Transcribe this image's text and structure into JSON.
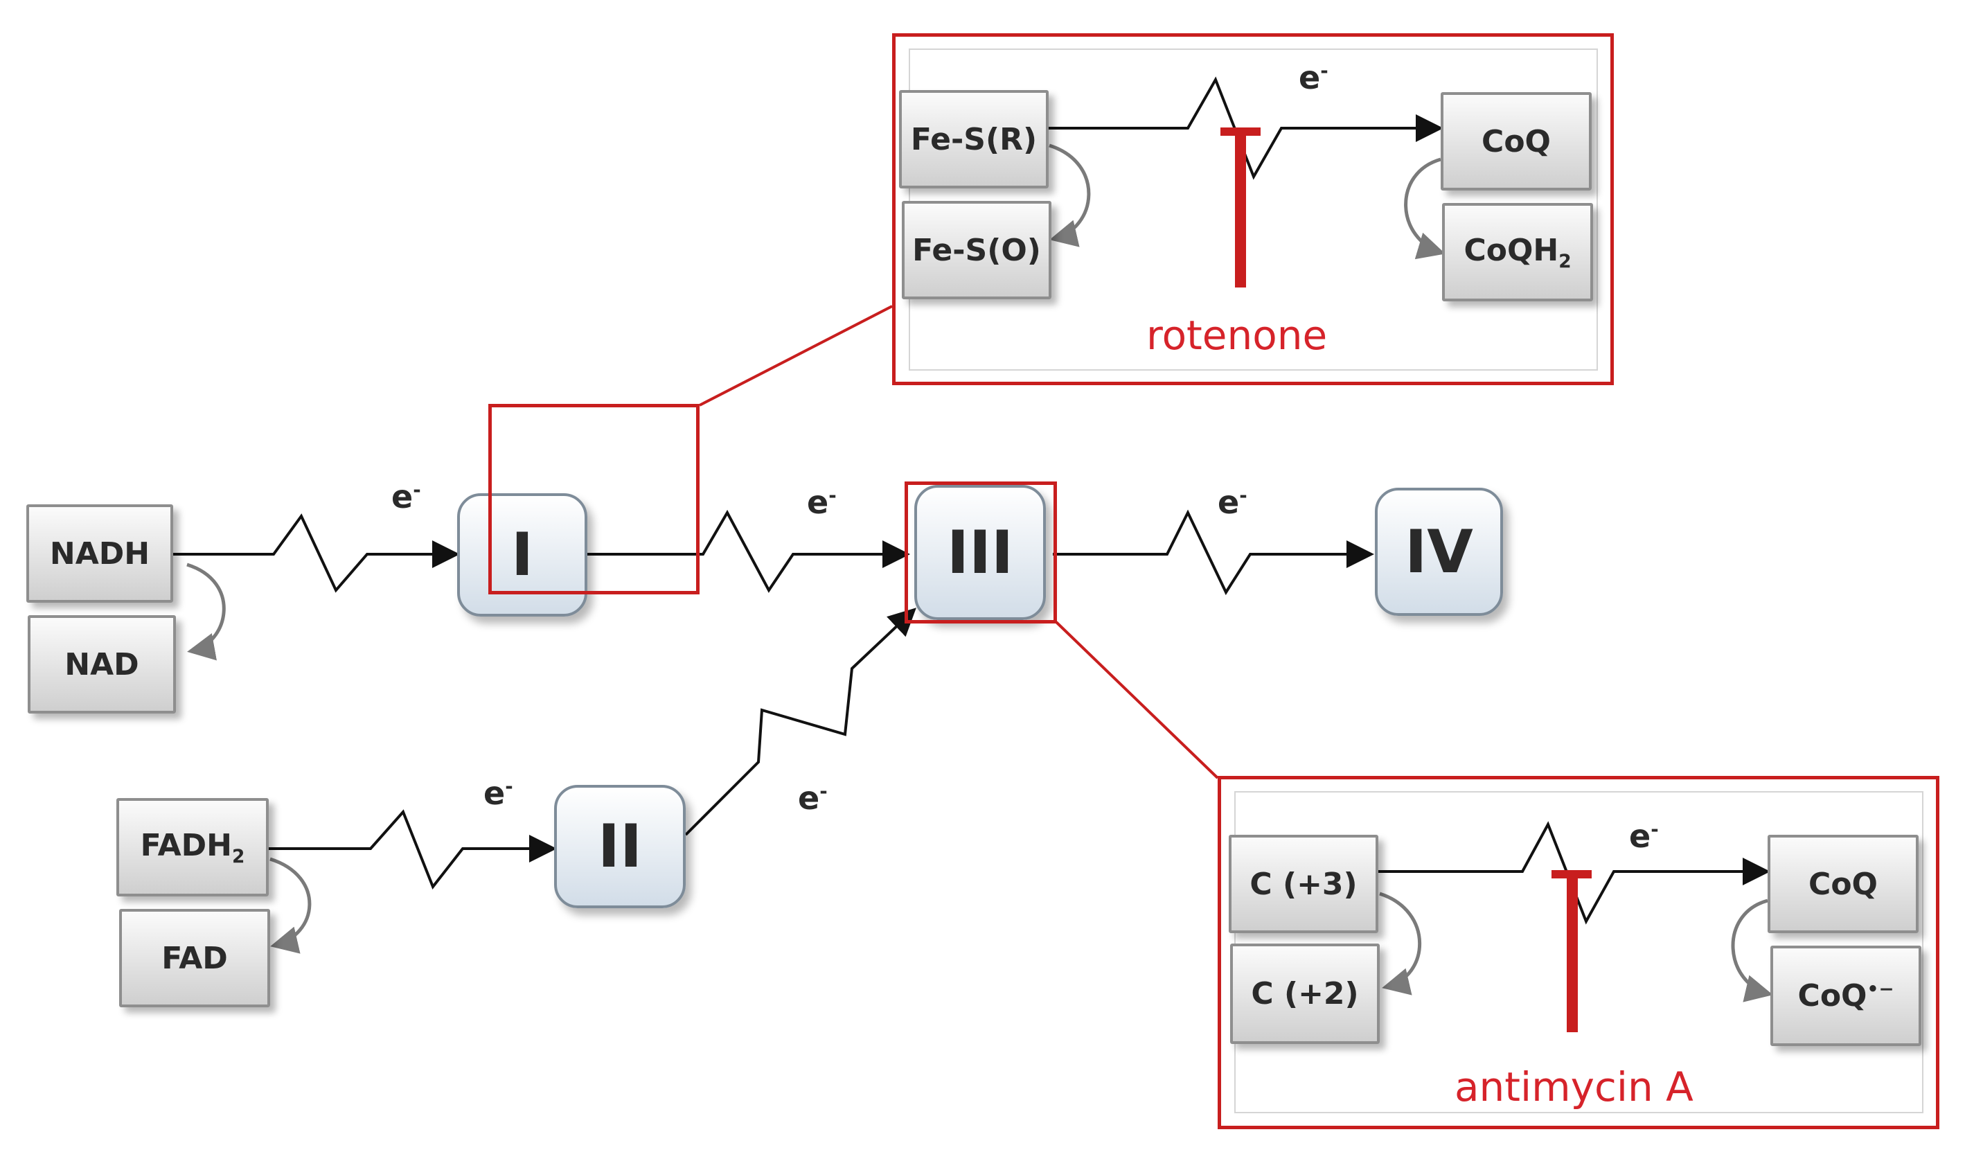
{
  "electron": "e",
  "electron_charge": "-",
  "nodes": {
    "nadh": "NADH",
    "nad": "NAD",
    "fadh2": "FADH",
    "fadh2_sub": "2",
    "fad": "FAD",
    "complex_1": "I",
    "complex_2": "II",
    "complex_3": "III",
    "complex_4": "IV"
  },
  "rotenone_inset": {
    "fes_r": "Fe-S(R)",
    "fes_o": "Fe-S(O)",
    "coq": "CoQ",
    "coqh2": "CoQH",
    "coqh2_sub": "2",
    "inhibitor": "rotenone"
  },
  "antimycin_inset": {
    "c_plus3": "C (+3)",
    "c_plus2": "C (+2)",
    "coq": "CoQ",
    "coq_radical": "CoQ",
    "coq_radical_sup": "•−",
    "inhibitor": "antimycin A"
  },
  "colors": {
    "inhibitor_red": "#c81e1e",
    "connector_gray": "#7a7a7a",
    "line_black": "#111111"
  }
}
